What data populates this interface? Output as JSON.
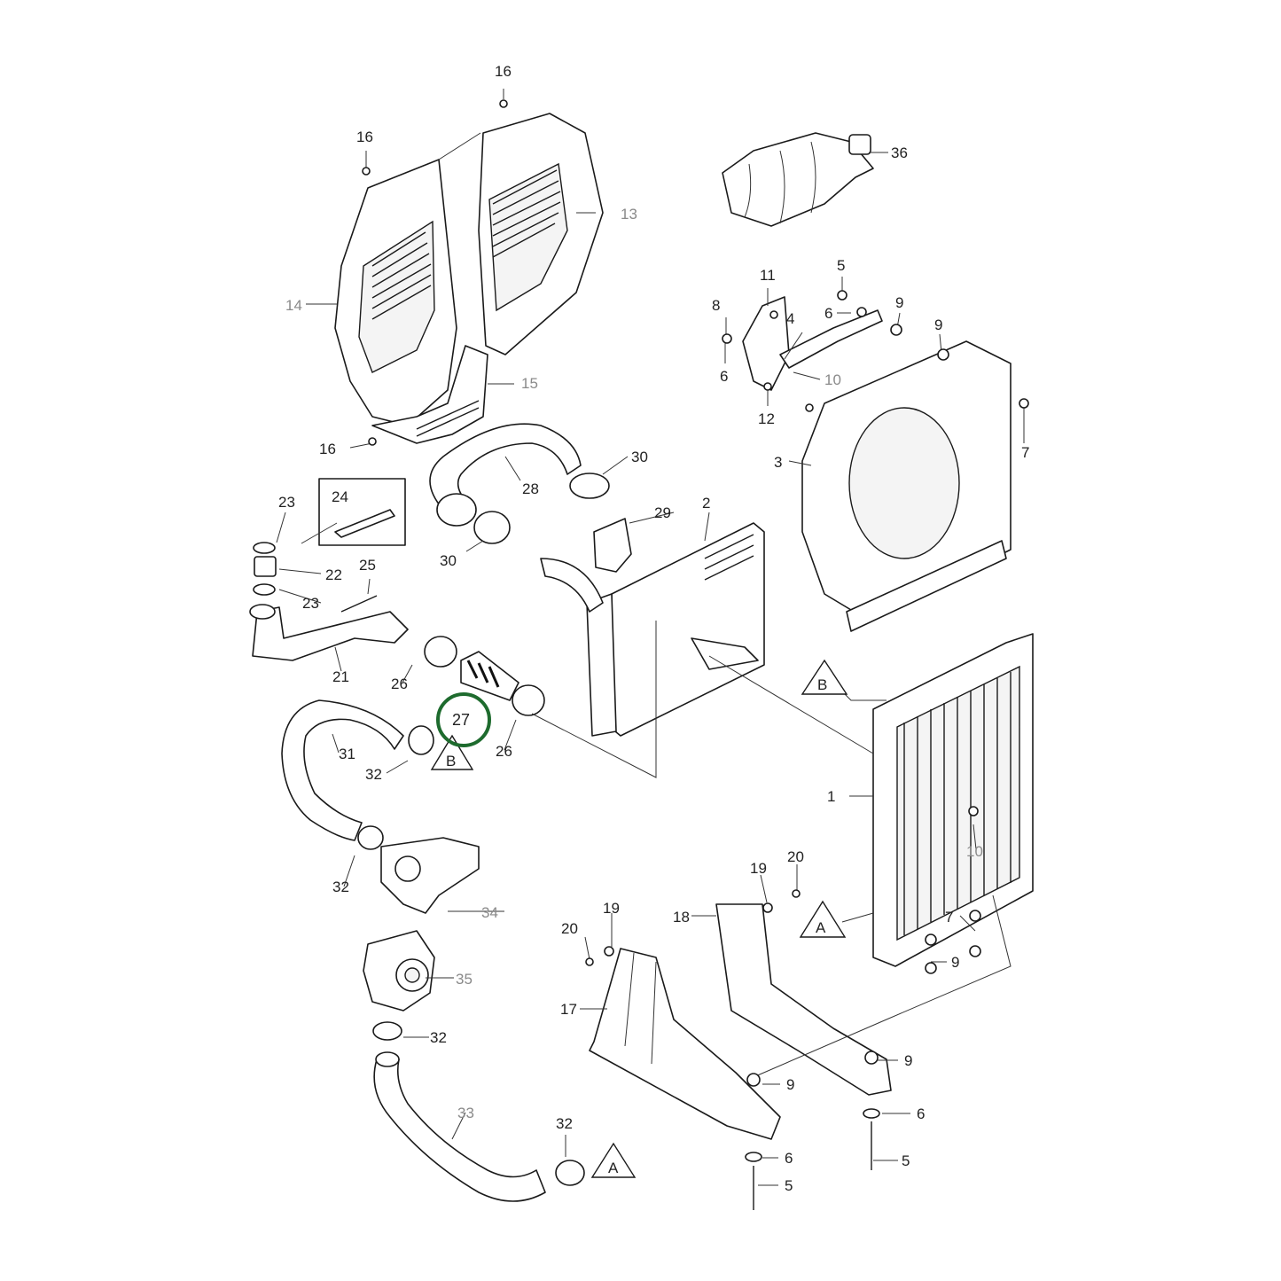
{
  "diagram": {
    "highlight_color": "#1e6b2e",
    "highlighted_part": "27",
    "callouts": [
      {
        "id": "c16a",
        "text": "16"
      },
      {
        "id": "c16b",
        "text": "16"
      },
      {
        "id": "c16c",
        "text": "16"
      },
      {
        "id": "c13",
        "text": "13"
      },
      {
        "id": "c14",
        "text": "14"
      },
      {
        "id": "c15",
        "text": "15"
      },
      {
        "id": "c36",
        "text": "36"
      },
      {
        "id": "c11",
        "text": "11"
      },
      {
        "id": "c5a",
        "text": "5"
      },
      {
        "id": "c8",
        "text": "8"
      },
      {
        "id": "c6a",
        "text": "6"
      },
      {
        "id": "c9a",
        "text": "9"
      },
      {
        "id": "c4",
        "text": "4"
      },
      {
        "id": "c9b",
        "text": "9"
      },
      {
        "id": "c6b",
        "text": "6"
      },
      {
        "id": "c10a",
        "text": "10"
      },
      {
        "id": "c12",
        "text": "12"
      },
      {
        "id": "c7a",
        "text": "7"
      },
      {
        "id": "c3",
        "text": "3"
      },
      {
        "id": "c30a",
        "text": "30"
      },
      {
        "id": "c28",
        "text": "28"
      },
      {
        "id": "c29",
        "text": "29"
      },
      {
        "id": "c2",
        "text": "2"
      },
      {
        "id": "c30b",
        "text": "30"
      },
      {
        "id": "c23a",
        "text": "23"
      },
      {
        "id": "c24",
        "text": "24"
      },
      {
        "id": "c22",
        "text": "22"
      },
      {
        "id": "c23b",
        "text": "23"
      },
      {
        "id": "c25",
        "text": "25"
      },
      {
        "id": "c21",
        "text": "21"
      },
      {
        "id": "c26a",
        "text": "26"
      },
      {
        "id": "c26b",
        "text": "26"
      },
      {
        "id": "c31",
        "text": "31"
      },
      {
        "id": "c32a",
        "text": "32"
      },
      {
        "id": "c1",
        "text": "1"
      },
      {
        "id": "c10b",
        "text": "10"
      },
      {
        "id": "c32b",
        "text": "32"
      },
      {
        "id": "c34",
        "text": "34"
      },
      {
        "id": "c35",
        "text": "35"
      },
      {
        "id": "c32c",
        "text": "32"
      },
      {
        "id": "c33",
        "text": "33"
      },
      {
        "id": "c32d",
        "text": "32"
      },
      {
        "id": "c19a",
        "text": "19"
      },
      {
        "id": "c20a",
        "text": "20"
      },
      {
        "id": "c18",
        "text": "18"
      },
      {
        "id": "c20b",
        "text": "20"
      },
      {
        "id": "c19b",
        "text": "19"
      },
      {
        "id": "c17",
        "text": "17"
      },
      {
        "id": "c7b",
        "text": "7"
      },
      {
        "id": "c9c",
        "text": "9"
      },
      {
        "id": "c9d",
        "text": "9"
      },
      {
        "id": "c9e",
        "text": "9"
      },
      {
        "id": "c6c",
        "text": "6"
      },
      {
        "id": "c6d",
        "text": "6"
      },
      {
        "id": "c5b",
        "text": "5"
      },
      {
        "id": "c5c",
        "text": "5"
      }
    ],
    "references": [
      {
        "id": "refB1",
        "letter": "B"
      },
      {
        "id": "refB2",
        "letter": "B"
      },
      {
        "id": "refA1",
        "letter": "A"
      },
      {
        "id": "refA2",
        "letter": "A"
      }
    ]
  }
}
